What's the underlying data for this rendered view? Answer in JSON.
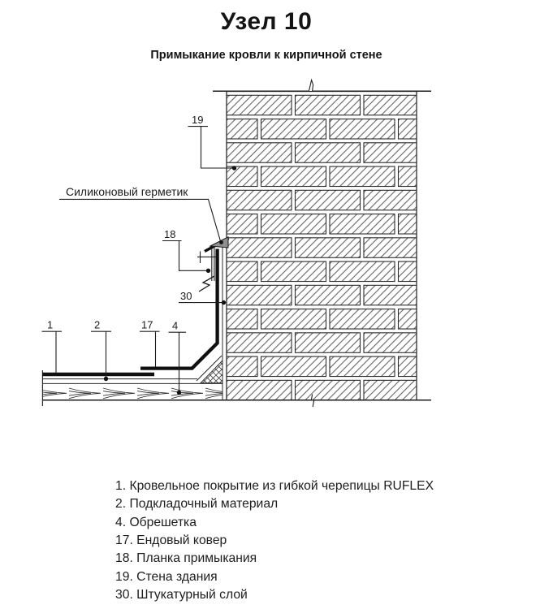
{
  "page": {
    "title": "Узел 10",
    "subtitle": "Примыкание кровли к кирпичной стене"
  },
  "drawing": {
    "sealant_label": "Силиконовый герметик",
    "callouts": {
      "n1": "1",
      "n2": "2",
      "n4": "4",
      "n17": "17",
      "n18": "18",
      "n19": "19",
      "n30": "30"
    }
  },
  "legend": {
    "items": [
      "1. Кровельное покрытие из гибкой черепицы RUFLEX",
      "2. Подкладочный материал",
      "4. Обрешетка",
      "17. Ендовый ковер",
      "18. Планка примыкания",
      "19. Стена здания",
      "30. Штукатурный слой"
    ]
  }
}
